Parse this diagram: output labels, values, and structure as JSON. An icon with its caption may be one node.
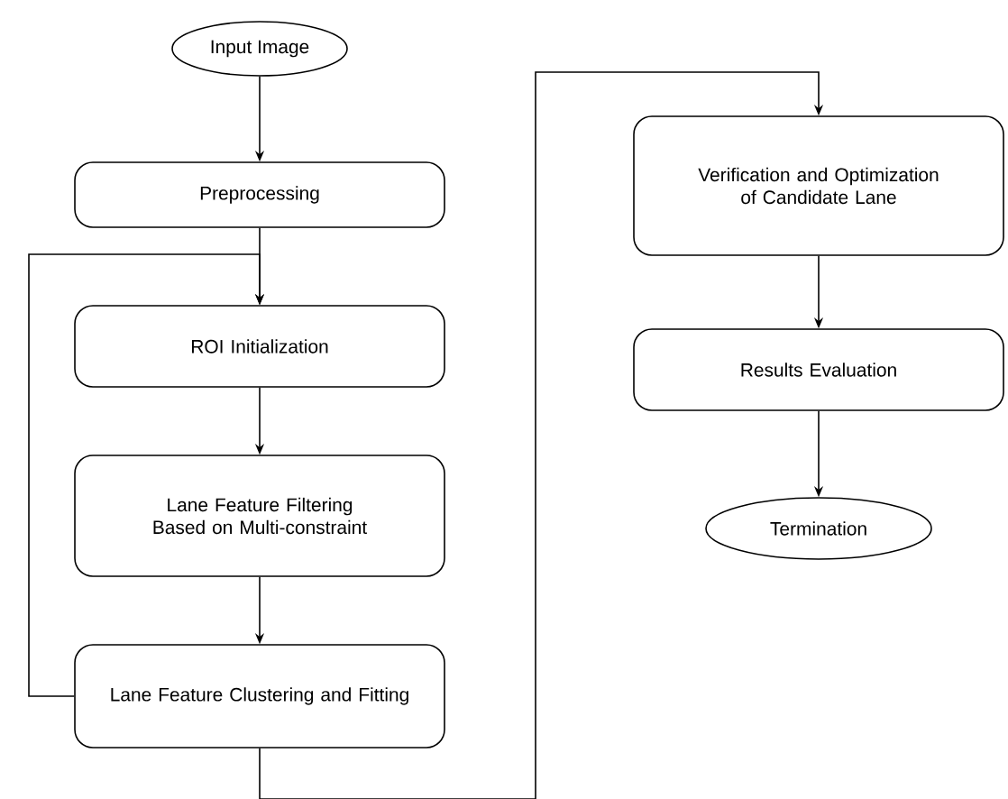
{
  "diagram": {
    "nodes": [
      {
        "text": [
          "Input Image"
        ]
      },
      {
        "text": [
          "Preprocessing"
        ]
      },
      {
        "text": [
          "ROI Initialization"
        ]
      },
      {
        "text": [
          "Lane Feature Filtering Based on Multi-constraint"
        ]
      },
      {
        "text": [
          "Lane Feature Clustering and Fitting"
        ]
      },
      {
        "text": [
          "Verification and Optimization of Candidate Lane"
        ]
      },
      {
        "text": [
          "Results Evaluation"
        ]
      },
      {
        "text": [
          "Termination"
        ]
      }
    ],
    "edges": [
      {
        "from": 0,
        "to": 1,
        "arrow": "to"
      },
      {
        "from": 1,
        "to": 2,
        "arrow": "to"
      },
      {
        "from": 2,
        "to": 3,
        "arrow": "to"
      },
      {
        "from": 3,
        "to": 4,
        "arrow": "to"
      },
      {
        "from": 4,
        "to": 2,
        "arrow": "to"
      },
      {
        "from": 4,
        "to": 5,
        "arrow": "to"
      },
      {
        "from": 5,
        "to": 6,
        "arrow": "to"
      },
      {
        "from": 6,
        "to": 7,
        "arrow": "to"
      }
    ]
  }
}
